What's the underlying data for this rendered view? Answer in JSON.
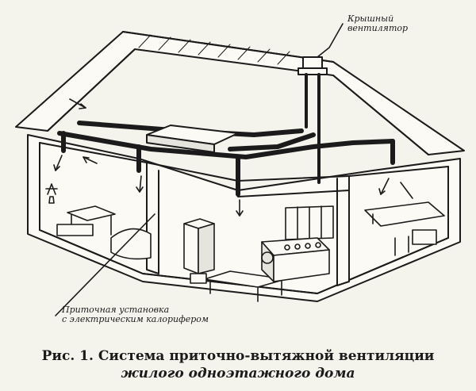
{
  "labels": {
    "roof_fan": [
      "Крышный",
      "вентилятор"
    ],
    "supply_unit": [
      "Приточная установка",
      "с электрическим калорифером"
    ]
  },
  "caption": {
    "line1": "Рис. 1. Система приточно-вытяжной вентиляции",
    "line2": "жилого одноэтажного дома"
  },
  "colors": {
    "ink": "#1b1b1b",
    "paper": "#f4f3ec"
  }
}
